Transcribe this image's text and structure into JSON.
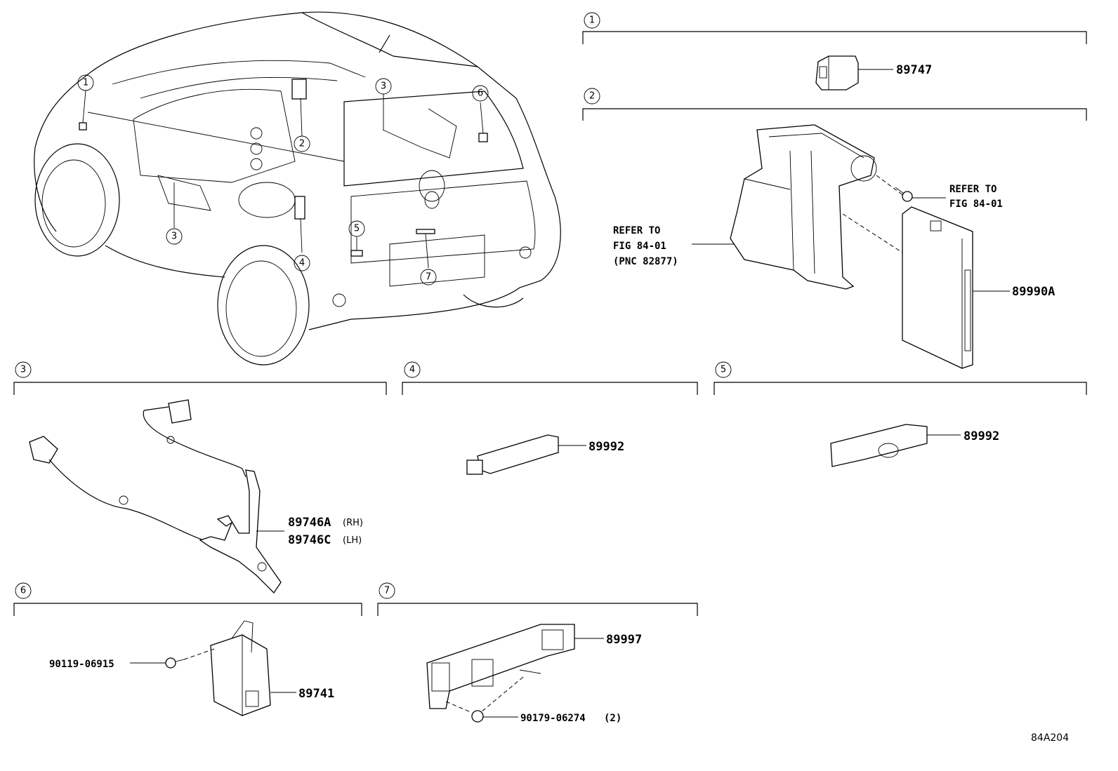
{
  "callouts": [
    "1",
    "2",
    "3",
    "4",
    "5",
    "6",
    "7"
  ],
  "sections": [
    {
      "id": "1",
      "parts": [
        "89747"
      ]
    },
    {
      "id": "2",
      "parts": [
        "89990A"
      ],
      "refs": [
        "REFER TO",
        "FIG 84-01",
        "REFER TO",
        "FIG 84-01",
        "(PNC 82877)"
      ]
    },
    {
      "id": "3",
      "parts": [
        "89746A",
        "89746C"
      ],
      "suffix": [
        "(RH)",
        "(LH)"
      ]
    },
    {
      "id": "4",
      "parts": [
        "89992"
      ]
    },
    {
      "id": "5",
      "parts": [
        "89992"
      ]
    },
    {
      "id": "6",
      "parts": [
        "90119-06915",
        "89741"
      ]
    },
    {
      "id": "7",
      "parts": [
        "89997",
        "90179-06274"
      ],
      "qty": "(2)"
    }
  ],
  "figure_id": "84A204"
}
